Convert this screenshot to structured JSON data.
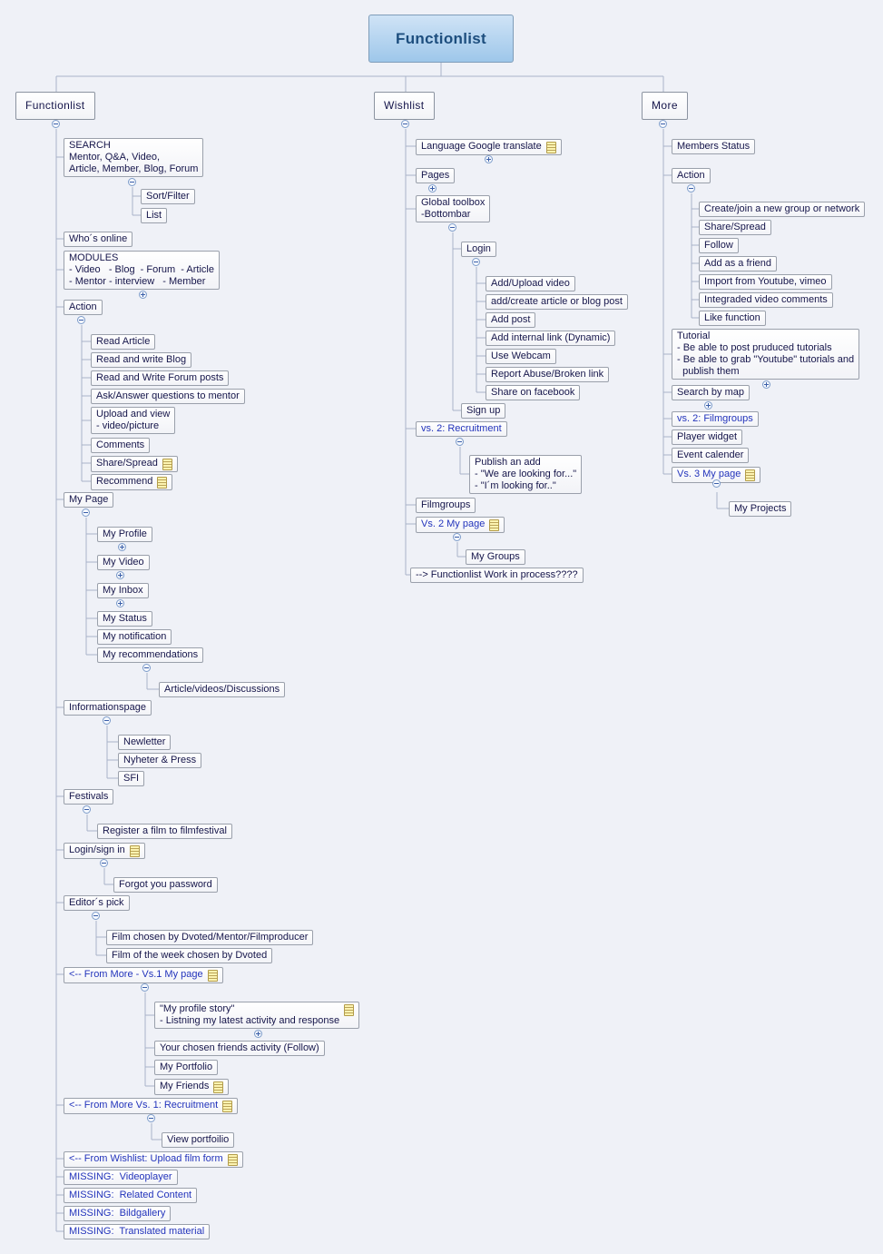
{
  "title": "Functionlist",
  "colors": {
    "bg": "#eff1f7",
    "line": "#a9b3c8",
    "text": "#15154a",
    "link": "#2233bb",
    "node-bg": "#ffffff",
    "node-border": "#9aa0ab",
    "title-bg1": "#cfe3f6",
    "title-bg2": "#9ec7ea",
    "title-border": "#7f9db9",
    "title-text": "#1d4e7e",
    "note-bg": "#fcf3b0",
    "note-border": "#b39c4a",
    "toggle-border": "#7d9cc9",
    "toggle-glyph": "#3a5ea8",
    "toggle-bg": "#f6f9ff"
  },
  "left": {
    "root": "Functionlist",
    "search": [
      "SEARCH",
      "Mentor, Q&A, Video,",
      "Article, Member, Blog, Forum"
    ],
    "sort_filter": "Sort/Filter",
    "list": "List",
    "whos_online": "Who´s online",
    "modules": [
      "MODULES",
      "- Video   - Blog  - Forum  - Article",
      "- Mentor - interview   - Member"
    ],
    "action": "Action",
    "read_article": "Read Article",
    "read_and_write_blog": "Read and write Blog",
    "read_and_write_forum_posts": "Read and Write Forum posts",
    "ask_answer_mentor": "Ask/Answer questions to mentor",
    "upload_and_view": [
      "Upload and view",
      "- video/picture"
    ],
    "comments": "Comments",
    "share_spread": "Share/Spread",
    "recommend": "Recommend",
    "my_page": "My Page",
    "my_profile": "My Profile",
    "my_video": "My Video",
    "my_inbox": "My Inbox",
    "my_status": "My Status",
    "my_notification": "My notification",
    "my_recommendations": "My recommendations",
    "article_videos_discussions": "Article/videos/Discussions",
    "informationspage": "Informationspage",
    "newletter": "Newletter",
    "nyheter_press": "Nyheter & Press",
    "sfi": "SFI",
    "festivals": "Festivals",
    "register_film": "Register a film to filmfestival",
    "login_sign_in": "Login/sign in",
    "forgot_password": "Forgot you password",
    "editors_pick": "Editor´s pick",
    "film_chosen": "Film chosen by Dvoted/Mentor/Filmproducer",
    "film_of_week": "Film of the week chosen by Dvoted",
    "from_more_vs1_my_page": "<-- From More - Vs.1 My page",
    "my_profile_story": [
      "\"My profile story\"",
      "- Listning my latest activity and response"
    ],
    "friends_activity": "Your chosen friends activity (Follow)",
    "my_portfolio": "My Portfolio",
    "my_friends": "My Friends",
    "from_more_vs1_recruitment": "<-- From More Vs. 1: Recruitment",
    "view_portfoilio": "View portfoilio",
    "from_wishlist_upload_form": "<-- From Wishlist: Upload film form",
    "missing_videoplayer": "MISSING:  Videoplayer",
    "missing_related_content": "MISSING:  Related Content",
    "missing_bildgallery": "MISSING:  Bildgallery",
    "missing_translated_material": "MISSING:  Translated material"
  },
  "wishlist": {
    "root": "Wishlist",
    "language_google_translate": "Language Google translate",
    "pages": "Pages",
    "global_toolbox": [
      "Global toolbox",
      "-Bottombar"
    ],
    "login": "Login",
    "add_upload_video": "Add/Upload video",
    "add_create_article_or_blog_post": "add/create article or blog post",
    "add_post": "Add post",
    "add_internal_link": "Add internal link (Dynamic)",
    "use_webcam": "Use Webcam",
    "report_abuse": "Report Abuse/Broken link",
    "share_on_facebook": "Share on facebook",
    "sign_up": "Sign up",
    "vs2_recruitment": "vs. 2: Recruitment",
    "publish_an_add": [
      "Publish an add",
      "- \"We are looking for...\"",
      "- \"I´m looking for..\""
    ],
    "filmgroups": "Filmgroups",
    "vs2_my_page": "Vs. 2 My page",
    "my_groups": "My Groups",
    "work_in_process": "--> Functionlist Work in process????"
  },
  "more": {
    "root": "More",
    "members_status": "Members Status",
    "action": "Action",
    "create_join_group": "Create/join a new group or network",
    "share_spread": "Share/Spread",
    "follow": "Follow",
    "add_as_a_friend": "Add as a friend",
    "import_from_youtube_vimeo": "Import from Youtube, vimeo",
    "integraded_video_comments": "Integraded video comments",
    "like_function": "Like function",
    "tutorial": [
      "Tutorial",
      "- Be able to post pruduced tutorials",
      "- Be able to grab \"Youtube\" tutorials and",
      "  publish them"
    ],
    "search_by_map": "Search by map",
    "vs2_filmgroups": "vs. 2: Filmgroups",
    "player_widget": "Player widget",
    "event_calender": "Event calender",
    "vs3_my_page": "Vs. 3 My page",
    "my_projects": "My Projects"
  }
}
